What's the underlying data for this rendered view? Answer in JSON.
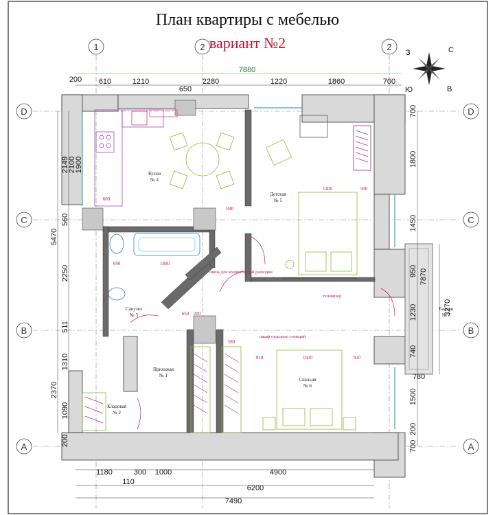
{
  "title": "План квартиры с мебелью",
  "subtitle": "вариант №2",
  "compass": {
    "n": "С",
    "s": "Ю",
    "e": "В",
    "w": "З"
  },
  "axes": {
    "a": "A",
    "b": "B",
    "c": "C",
    "d": "D",
    "one": "1",
    "two": "2"
  },
  "dims_top": {
    "total": "7880",
    "d200": "200",
    "d610": "610",
    "d1210": "1210",
    "d2280": "2280",
    "d650": "650",
    "d1220": "1220",
    "d1860": "1860",
    "d700": "700"
  },
  "dims_left": {
    "d2149": "2149",
    "d2100": "2100",
    "d1900": "1900",
    "d5470": "5470",
    "d560": "560",
    "d2250": "2250",
    "d511": "511",
    "d1310": "1310",
    "d2370": "2370",
    "d1090": "1090",
    "d200b": "200"
  },
  "dims_right": {
    "d700t": "700",
    "d1800": "1800",
    "d1450": "1450",
    "d950": "950",
    "d7870": "7870",
    "d1230": "1230",
    "d3270": "3270",
    "d740": "740",
    "d780": "780",
    "d1500": "1500",
    "d200r": "200",
    "d700b": "700"
  },
  "dims_bottom": {
    "d1180": "1180",
    "d300": "300",
    "d1000": "1000",
    "d4900": "4900",
    "d110": "110",
    "d6200": "6200",
    "d7490": "7490"
  },
  "inner_dims": {
    "d1400": "1400",
    "d500": "500",
    "d840": "840",
    "d690": "690",
    "d1800": "1800",
    "d1600": "1600",
    "d910a": "910",
    "d910b": "910",
    "d580": "580",
    "d600": "600",
    "d650": "650",
    "d200": "200"
  },
  "rooms": [
    {
      "name": "Кухня",
      "num": "№ 4"
    },
    {
      "name": "Детская",
      "num": "№ 5"
    },
    {
      "name": "Санузел",
      "num": "№ 3"
    },
    {
      "name": "Прихожая",
      "num": "№ 1"
    },
    {
      "name": "Спальня",
      "num": "№ 6"
    },
    {
      "name": "Кладовая",
      "num": "№ 2"
    },
    {
      "name": "Балкон",
      "num": "№ 7"
    }
  ],
  "annotations": {
    "niche": "ниша для коллекторной разводки",
    "tv": "телевизор",
    "wardrobe": "шкаф отдельно стоящий"
  }
}
